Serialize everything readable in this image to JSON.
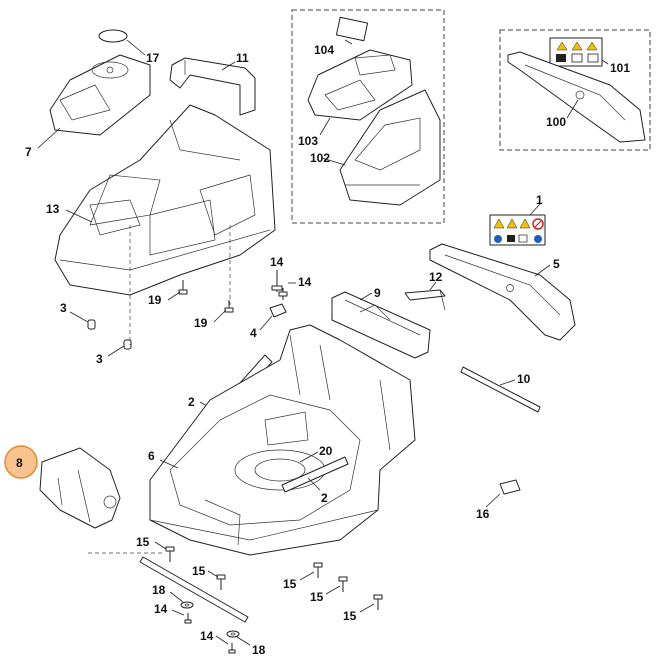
{
  "diagram": {
    "colors": {
      "highlight_fill": "#f7c38f",
      "highlight_stroke": "#e58a2e",
      "line": "#222222",
      "warning_yellow": "#f2c200",
      "prohibit_red": "#d22020",
      "mandatory_blue": "#1f5fb8"
    },
    "selected_callout": "8",
    "callouts": [
      {
        "id": "c17",
        "label": "17"
      },
      {
        "id": "c7",
        "label": "7"
      },
      {
        "id": "c11",
        "label": "11"
      },
      {
        "id": "c13",
        "label": "13"
      },
      {
        "id": "c104",
        "label": "104"
      },
      {
        "id": "c103",
        "label": "103"
      },
      {
        "id": "c102",
        "label": "102"
      },
      {
        "id": "c101",
        "label": "101"
      },
      {
        "id": "c100",
        "label": "100"
      },
      {
        "id": "c1",
        "label": "1"
      },
      {
        "id": "c5",
        "label": "5"
      },
      {
        "id": "c14a",
        "label": "14"
      },
      {
        "id": "c14b",
        "label": "14"
      },
      {
        "id": "c12",
        "label": "12"
      },
      {
        "id": "c9",
        "label": "9"
      },
      {
        "id": "c19a",
        "label": "19"
      },
      {
        "id": "c19b",
        "label": "19"
      },
      {
        "id": "c3a",
        "label": "3"
      },
      {
        "id": "c3b",
        "label": "3"
      },
      {
        "id": "c4",
        "label": "4"
      },
      {
        "id": "c10",
        "label": "10"
      },
      {
        "id": "c2a",
        "label": "2"
      },
      {
        "id": "c8",
        "label": "8"
      },
      {
        "id": "c6",
        "label": "6"
      },
      {
        "id": "c20",
        "label": "20"
      },
      {
        "id": "c2b",
        "label": "2"
      },
      {
        "id": "c16",
        "label": "16"
      },
      {
        "id": "c15a",
        "label": "15"
      },
      {
        "id": "c15b",
        "label": "15"
      },
      {
        "id": "c15c",
        "label": "15"
      },
      {
        "id": "c15d",
        "label": "15"
      },
      {
        "id": "c15e",
        "label": "15"
      },
      {
        "id": "c18a",
        "label": "18"
      },
      {
        "id": "c14c",
        "label": "14"
      },
      {
        "id": "c14d",
        "label": "14"
      },
      {
        "id": "c18b",
        "label": "18"
      }
    ]
  }
}
